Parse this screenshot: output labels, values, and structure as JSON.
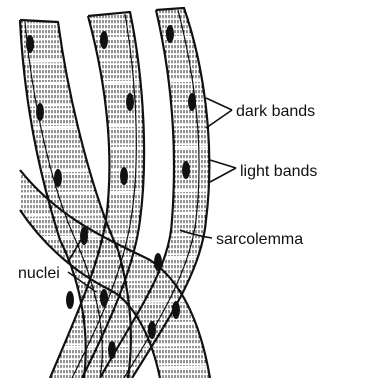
{
  "diagram": {
    "labels": {
      "dark_bands": "dark bands",
      "light_bands": "light bands",
      "sarcolemma": "sarcolemma",
      "nuclei": "nuclei"
    }
  },
  "colors": {
    "ink": "#111111",
    "paper": "#ffffff"
  }
}
